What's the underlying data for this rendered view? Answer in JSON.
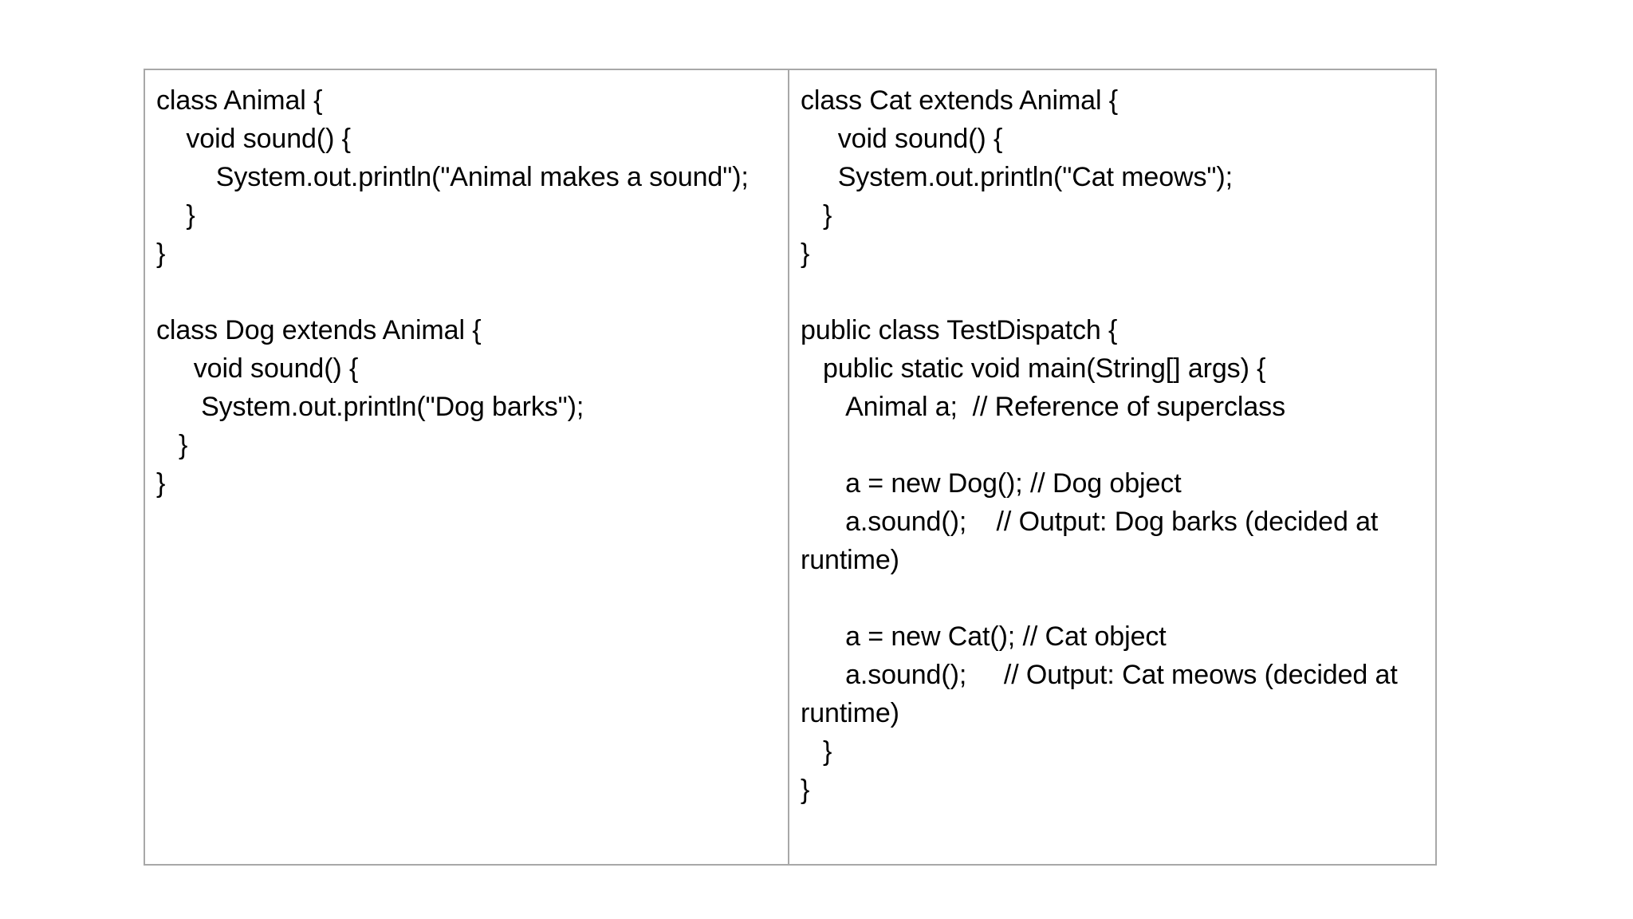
{
  "document": {
    "type": "code-comparison-table",
    "border_color": "#a8a8a8",
    "background_color": "#ffffff",
    "text_color": "#000000",
    "columns": 2
  },
  "table": {
    "left_cell": {
      "language": "java",
      "code": "class Animal {\n    void sound() {\n        System.out.println(\"Animal makes a sound\");\n    }\n}\n\nclass Dog extends Animal {\n     void sound() {\n      System.out.println(\"Dog barks\");\n   }\n}",
      "lines": [
        "class Animal {",
        "    void sound() {",
        "        System.out.println(\"Animal makes a sound\");",
        "    }",
        "}",
        "",
        "class Dog extends Animal {",
        "     void sound() {",
        "      System.out.println(\"Dog barks\");",
        "   }",
        "}"
      ]
    },
    "right_cell": {
      "language": "java",
      "code": "class Cat extends Animal {\n     void sound() {\n     System.out.println(\"Cat meows\");\n   }\n}\n\npublic class TestDispatch {\n   public static void main(String[] args) {\n      Animal a;  // Reference of superclass\n\n      a = new Dog(); // Dog object\n      a.sound();    // Output: Dog barks (decided at runtime)\n\n      a = new Cat(); // Cat object\n      a.sound();     // Output: Cat meows (decided at runtime)\n   }\n}",
      "lines": [
        "class Cat extends Animal {",
        "     void sound() {",
        "     System.out.println(\"Cat meows\");",
        "   }",
        "}",
        "",
        "public class TestDispatch {",
        "   public static void main(String[] args) {",
        "      Animal a;  // Reference of superclass",
        "",
        "      a = new Dog(); // Dog object",
        "      a.sound();    // Output: Dog barks (decided at runtime)",
        "",
        "      a = new Cat(); // Cat object",
        "      a.sound();     // Output: Cat meows (decided at runtime)",
        "   }",
        "}"
      ]
    }
  }
}
